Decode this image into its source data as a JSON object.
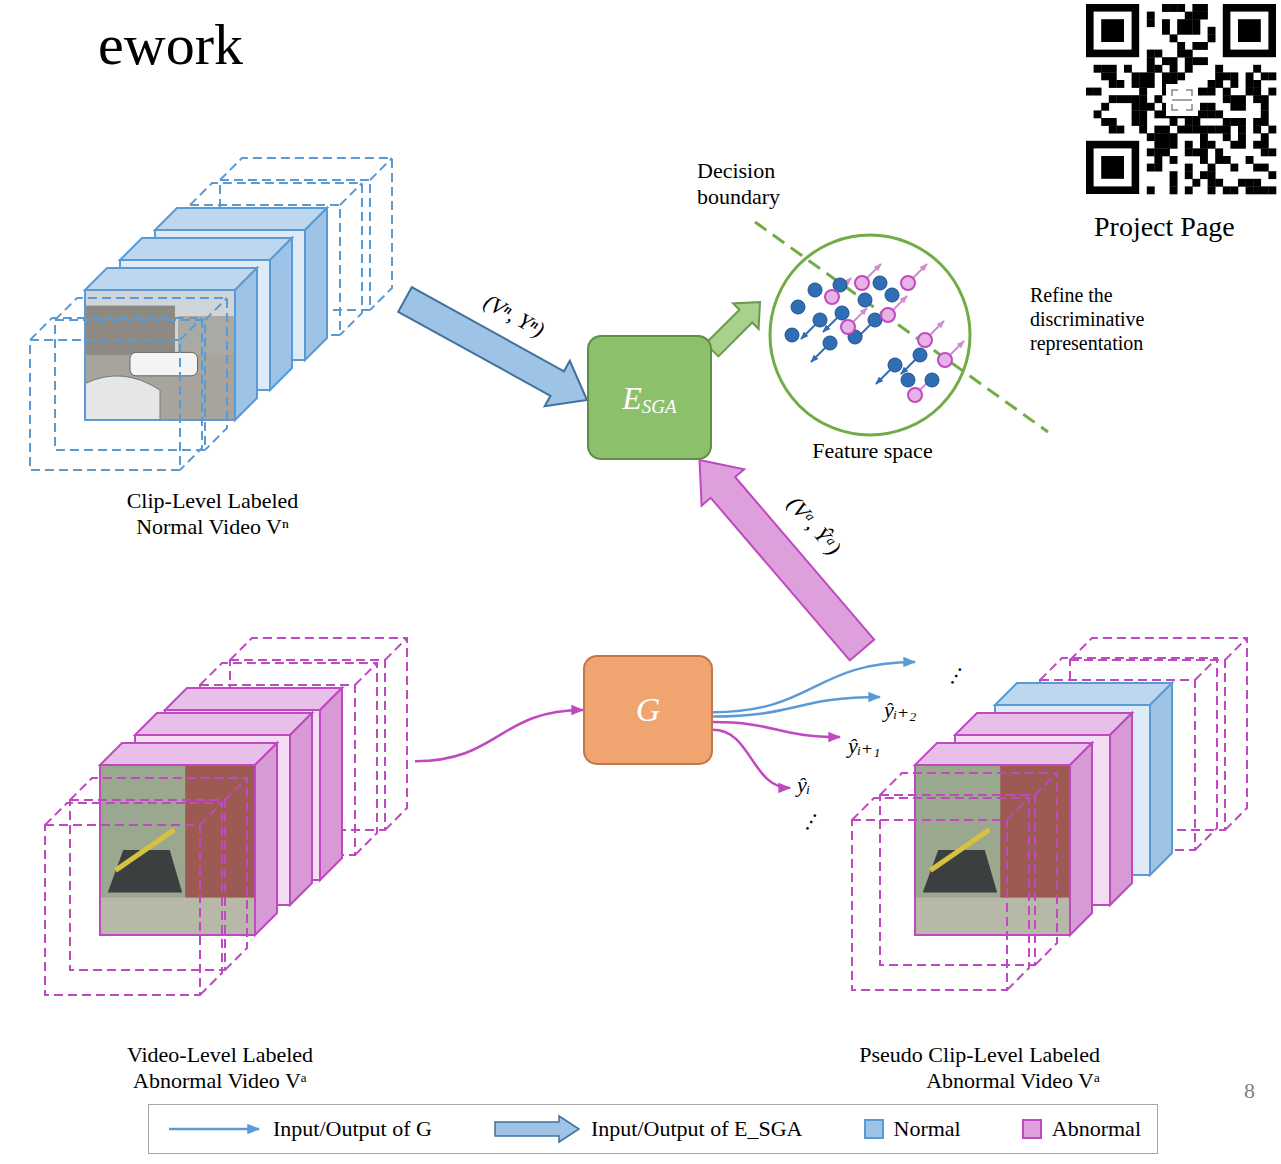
{
  "diagram": {
    "title": "ework",
    "nodes": [
      {
        "text": [
          "Clip-Level Labeled Normal Video Vⁿ"
        ]
      },
      {
        "text": [
          "E",
          "SGA"
        ]
      },
      {
        "text": [
          "Feature space"
        ]
      },
      {
        "text": [
          "G"
        ]
      },
      {
        "text": [
          "Video-Level Labeled Abnormal Video Vᵃ"
        ]
      },
      {
        "text": [
          "Pseudo Clip-Level Labeled Abnormal Video Vᵃ"
        ]
      }
    ],
    "edges": [
      {
        "from": 0,
        "to": 1,
        "arrow": "to",
        "label": "(Vⁿ, Yⁿ)"
      },
      {
        "from": 1,
        "to": 2,
        "arrow": "to"
      },
      {
        "from": 4,
        "to": 3,
        "arrow": "to"
      },
      {
        "from": 3,
        "to": 5,
        "arrow": "to"
      },
      {
        "from": 5,
        "to": 1,
        "arrow": "to",
        "label": "(Vᵃ, Ŷᵃ)"
      }
    ],
    "labels": [
      "Decision boundary",
      "Project Page",
      "Refine the discriminative representation",
      "ŷᵢ₊₂",
      "ŷᵢ₊₁",
      "ŷᵢ",
      "…",
      "…",
      "8"
    ],
    "legend": [
      {
        "text": "Input/Output of G"
      },
      {
        "text": "Input/Output of E_SGA"
      },
      {
        "text": "Normal",
        "color": "#9dc3e6"
      },
      {
        "text": "Abnormal",
        "color": "#dda0dd"
      }
    ]
  }
}
